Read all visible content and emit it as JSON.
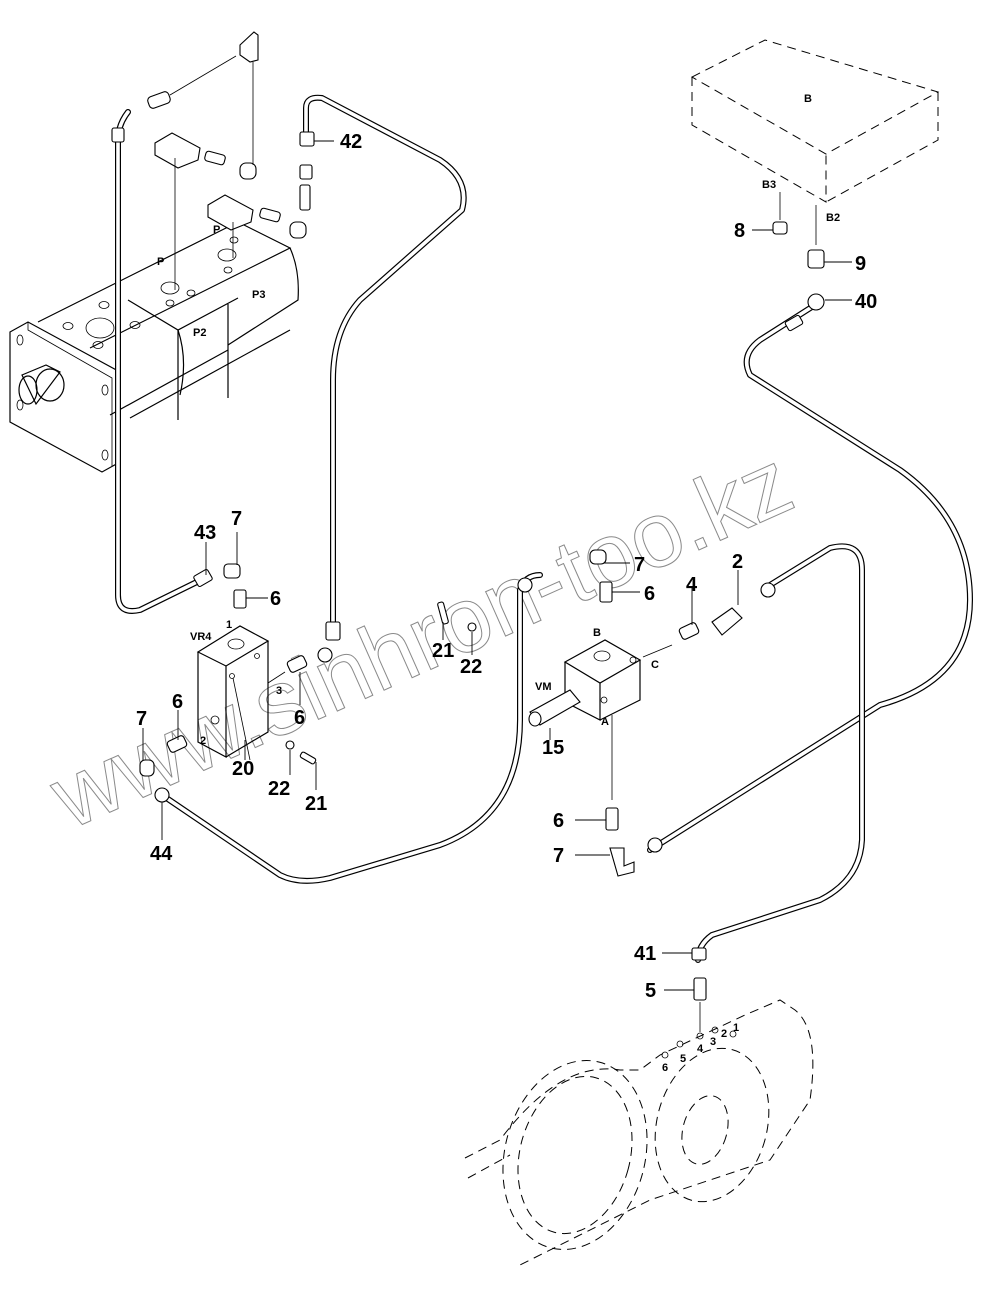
{
  "diagram": {
    "type": "hydraulic exploded parts diagram",
    "watermark": "www.sinhron-too.kz",
    "components": {
      "pump": {
        "port_labels": [
          "P",
          "P"
        ],
        "section_labels": [
          "P2",
          "P3"
        ]
      },
      "block": {
        "label": "B",
        "port_labels": [
          "B3",
          "B2"
        ]
      },
      "valve_vr4": {
        "label": "VR4",
        "port_labels": [
          "1",
          "2",
          "3"
        ]
      },
      "valve_vm": {
        "label": "VM",
        "port_labels": [
          "B",
          "C",
          "A"
        ]
      },
      "housing": {
        "port_numbers": [
          "1",
          "2",
          "3",
          "4",
          "5",
          "6"
        ]
      }
    },
    "callouts": [
      {
        "id": "c42",
        "text": "42"
      },
      {
        "id": "c8",
        "text": "8"
      },
      {
        "id": "c9",
        "text": "9"
      },
      {
        "id": "c40",
        "text": "40"
      },
      {
        "id": "c43",
        "text": "43"
      },
      {
        "id": "c7a",
        "text": "7"
      },
      {
        "id": "c6a",
        "text": "6"
      },
      {
        "id": "c6b",
        "text": "6"
      },
      {
        "id": "c6c",
        "text": "6"
      },
      {
        "id": "c7b",
        "text": "7"
      },
      {
        "id": "c20",
        "text": "20"
      },
      {
        "id": "c22a",
        "text": "22"
      },
      {
        "id": "c21a",
        "text": "21"
      },
      {
        "id": "c44",
        "text": "44"
      },
      {
        "id": "c21b",
        "text": "21"
      },
      {
        "id": "c22b",
        "text": "22"
      },
      {
        "id": "c7c",
        "text": "7"
      },
      {
        "id": "c6d",
        "text": "6"
      },
      {
        "id": "c4",
        "text": "4"
      },
      {
        "id": "c2",
        "text": "2"
      },
      {
        "id": "c15",
        "text": "15"
      },
      {
        "id": "c6e",
        "text": "6"
      },
      {
        "id": "c7d",
        "text": "7"
      },
      {
        "id": "c41",
        "text": "41"
      },
      {
        "id": "c5",
        "text": "5"
      }
    ]
  }
}
